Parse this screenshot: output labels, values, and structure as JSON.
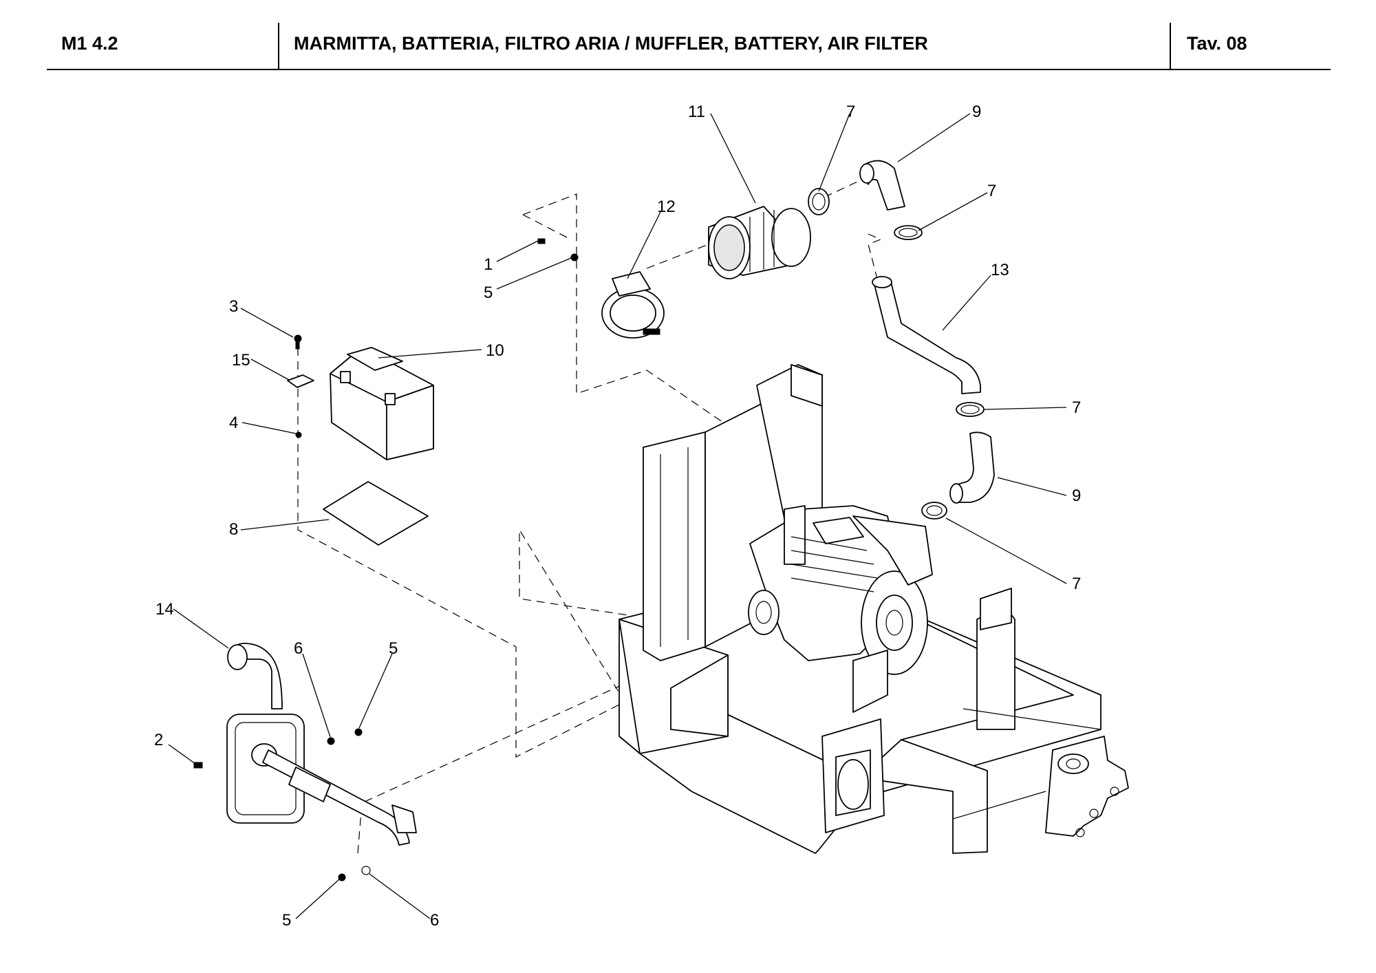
{
  "header": {
    "code": "M1 4.2",
    "title": "MARMITTA, BATTERIA, FILTRO ARIA / MUFFLER, BATTERY, AIR FILTER",
    "table": "Tav.  08"
  },
  "callouts": {
    "c11": "11",
    "c7a": "7",
    "c9a": "9",
    "c7b": "7",
    "c12": "12",
    "c1": "1",
    "c5a": "5",
    "c13": "13",
    "c3": "3",
    "c10": "10",
    "c15": "15",
    "c7c": "7",
    "c4": "4",
    "c9b": "9",
    "c8": "8",
    "c7d": "7",
    "c14": "14",
    "c6a": "6",
    "c5b": "5",
    "c2": "2",
    "c5c": "5",
    "c6b": "6"
  }
}
